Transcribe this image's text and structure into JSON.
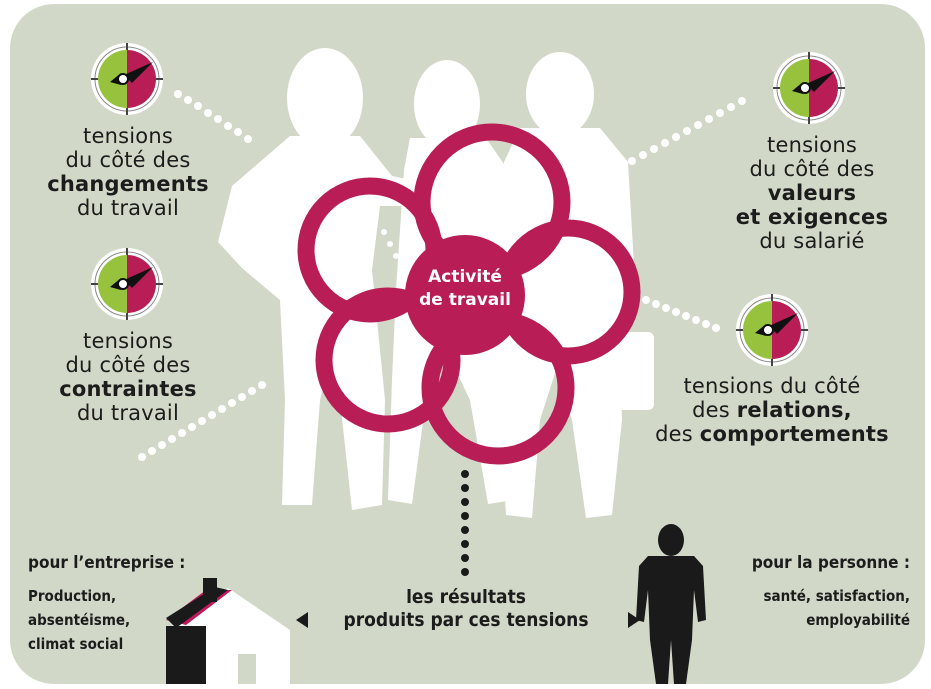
{
  "hub": {
    "line1": "Activité",
    "line2": "de travail"
  },
  "tensions": {
    "changements": {
      "l1": "tensions",
      "l2": "du côté des",
      "bold": "changements",
      "l4": "du travail"
    },
    "contraintes": {
      "l1": "tensions",
      "l2": "du côté des",
      "bold": "contraintes",
      "l4": "du travail"
    },
    "valeurs": {
      "l1": "tensions",
      "l2": "du côté des",
      "bold1": "valeurs",
      "bold2": "et exigences",
      "l5": "du salarié"
    },
    "relations": {
      "l1": "tensions du côté",
      "l2_pre": "des ",
      "l2_bold": "relations,",
      "l3_pre": "des ",
      "l3_bold": "comportements"
    }
  },
  "entreprise": {
    "title": "pour l’entreprise :",
    "items": [
      "Production,",
      "absentéisme,",
      "climat social"
    ]
  },
  "personne": {
    "title": "pour la personne :",
    "items": [
      "santé, satisfaction,",
      "employabilité"
    ]
  },
  "resultats": {
    "line1": "les résultats",
    "line2": "produits par ces tensions"
  },
  "colors": {
    "background": "#d2d8c8",
    "accent": "#b81d55",
    "gauge_green": "#96c23e",
    "silhouette": "#ffffff",
    "text": "#1c1c1c"
  },
  "icons": [
    "gauge-icon",
    "house-icon",
    "person-silhouette-icon",
    "arrow-left-icon",
    "arrow-right-icon"
  ]
}
